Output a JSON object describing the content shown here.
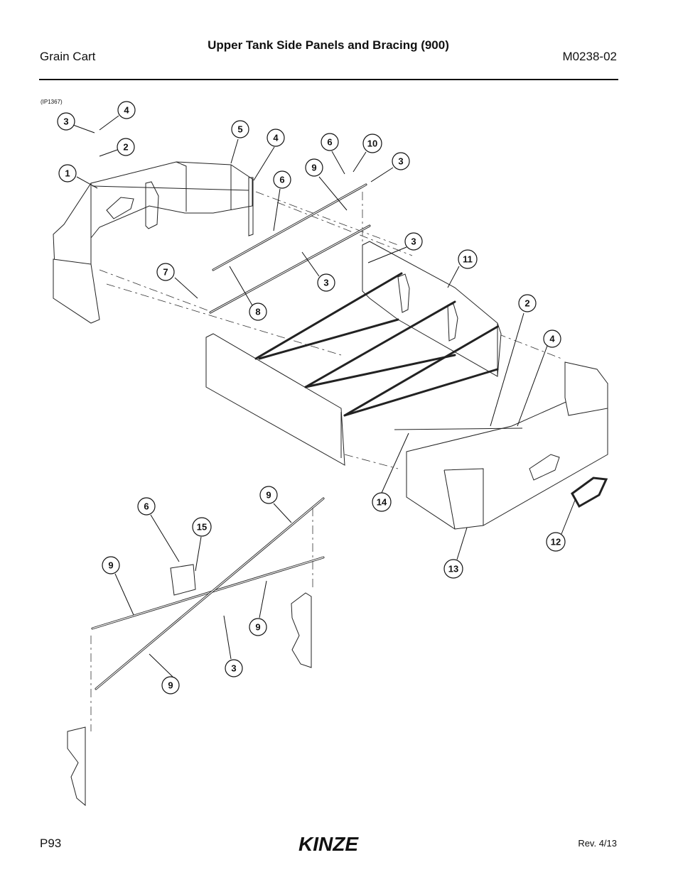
{
  "header": {
    "left": "Grain Cart",
    "title": "Upper Tank Side Panels and Bracing (900)",
    "right": "M0238-02"
  },
  "illustration_ref": "(IP1367)",
  "callouts": [
    {
      "n": "3"
    },
    {
      "n": "4"
    },
    {
      "n": "2"
    },
    {
      "n": "1"
    },
    {
      "n": "5"
    },
    {
      "n": "4"
    },
    {
      "n": "6"
    },
    {
      "n": "6"
    },
    {
      "n": "10"
    },
    {
      "n": "9"
    },
    {
      "n": "3"
    },
    {
      "n": "3"
    },
    {
      "n": "11"
    },
    {
      "n": "7"
    },
    {
      "n": "3"
    },
    {
      "n": "8"
    },
    {
      "n": "2"
    },
    {
      "n": "4"
    },
    {
      "n": "14"
    },
    {
      "n": "12"
    },
    {
      "n": "13"
    },
    {
      "n": "9"
    },
    {
      "n": "6"
    },
    {
      "n": "15"
    },
    {
      "n": "9"
    },
    {
      "n": "9"
    },
    {
      "n": "3"
    },
    {
      "n": "9"
    }
  ],
  "footer": {
    "page": "P93",
    "logo": "KINZE",
    "revision": "Rev. 4/13"
  }
}
